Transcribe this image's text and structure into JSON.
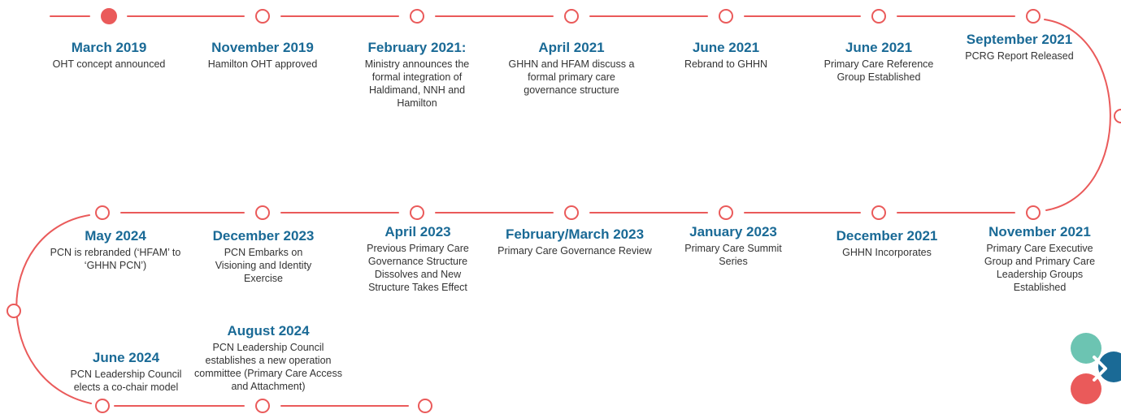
{
  "colors": {
    "accent": "#ea5a5a",
    "heading": "#1a6a96",
    "text": "#333333",
    "logo_teal": "#6cc4b2",
    "logo_blue": "#1a6a96",
    "logo_red": "#ea5a5a"
  },
  "events": [
    {
      "date": "March 2019",
      "desc": "OHT concept announced",
      "active": true
    },
    {
      "date": "November 2019",
      "desc": "Hamilton OHT approved"
    },
    {
      "date": "February 2021:",
      "desc": "Ministry announces the formal integration of Haldimand, NNH and Hamilton"
    },
    {
      "date": "April 2021",
      "desc": "GHHN and HFAM discuss a formal primary care governance structure"
    },
    {
      "date": "June 2021",
      "desc": "Rebrand to GHHN"
    },
    {
      "date": "June 2021",
      "desc": "Primary Care Reference Group Established"
    },
    {
      "date": "September 2021",
      "desc": "PCRG Report Released"
    },
    {
      "date": "November 2021",
      "desc": "Primary Care Executive Group and Primary Care Leadership Groups Established"
    },
    {
      "date": "December 2021",
      "desc": "GHHN Incorporates"
    },
    {
      "date": "January 2023",
      "desc": "Primary Care Summit Series"
    },
    {
      "date": "February/March 2023",
      "desc": "Primary Care Governance Review"
    },
    {
      "date": "April 2023",
      "desc": "Previous Primary Care Governance Structure Dissolves and New Structure Takes Effect"
    },
    {
      "date": "December 2023",
      "desc": "PCN Embarks on Visioning and Identity Exercise"
    },
    {
      "date": "May 2024",
      "desc": "PCN is rebranded (‘HFAM’ to ‘GHHN PCN’)"
    },
    {
      "date": "June 2024",
      "desc": "PCN Leadership Council elects a co-chair model"
    },
    {
      "date": "August 2024",
      "desc": "PCN Leadership Council establishes a new operation committee (Primary Care Access and Attachment)"
    }
  ]
}
